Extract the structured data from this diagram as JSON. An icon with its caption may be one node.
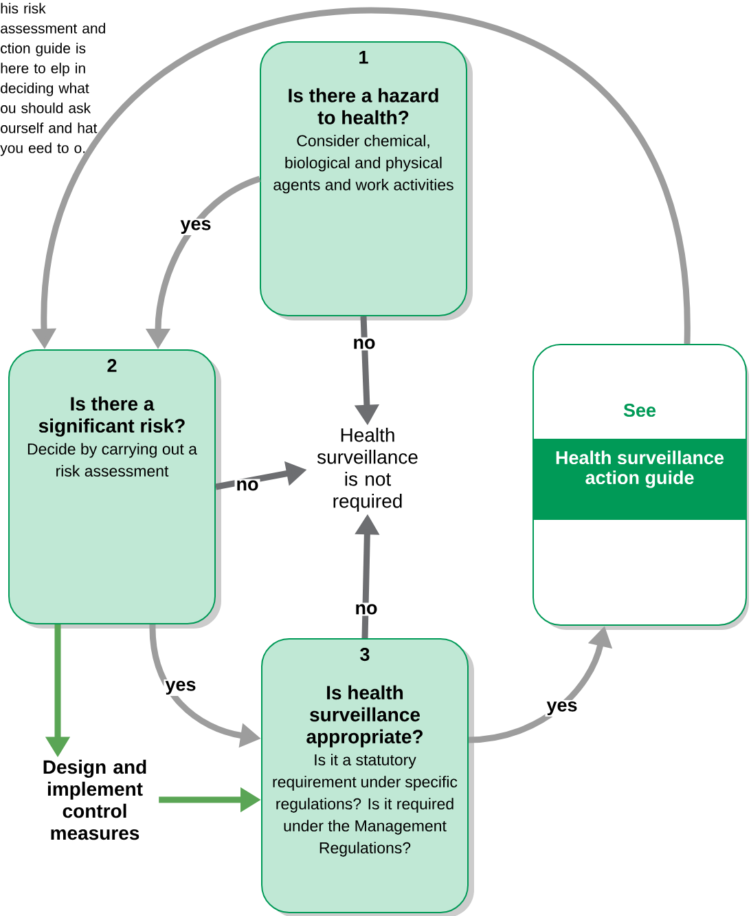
{
  "diagram": {
    "nodes": [
      {
        "text": [
          "1",
          "Is there a hazard to health?",
          "Consider chemical, biological and physical agents and work activities"
        ]
      },
      {
        "text": [
          "2",
          "Is there a significant risk?",
          "Decide by carrying out a risk assessment"
        ]
      },
      {
        "text": [
          "Health surveillance is not required"
        ]
      },
      {
        "text": [
          "See",
          "Health surveillance action guide"
        ]
      },
      {
        "text": [
          "3",
          "Is health surveillance appropriate?",
          "Is it a statutory requirement under specific regulations? Is it required under the Management Regulations?"
        ]
      },
      {
        "text": [
          "Design and implement control measures"
        ]
      }
    ],
    "edges": [
      {
        "from": 0,
        "to": 1,
        "arrow": "to",
        "label": "yes"
      },
      {
        "from": 0,
        "to": 2,
        "arrow": "to",
        "label": "no",
        "color": "#6d6e71"
      },
      {
        "from": 1,
        "to": 2,
        "arrow": "to",
        "label": "no",
        "color": "#6d6e71"
      },
      {
        "from": 4,
        "to": 2,
        "arrow": "to",
        "label": "no",
        "color": "#6d6e71"
      },
      {
        "from": 1,
        "to": 4,
        "arrow": "to",
        "label": "yes"
      },
      {
        "from": 4,
        "to": 3,
        "arrow": "to",
        "label": "yes"
      },
      {
        "from": 1,
        "to": 5,
        "arrow": "to",
        "color": "#5aa555"
      },
      {
        "from": 5,
        "to": 4,
        "arrow": "to",
        "color": "#5aa555"
      },
      {
        "from": 3,
        "to": 1,
        "arrow": "to"
      }
    ],
    "labels": [
      "his risk assessment and ction guide is here to elp in deciding what ou should ask ourself and hat you eed to o."
    ]
  }
}
